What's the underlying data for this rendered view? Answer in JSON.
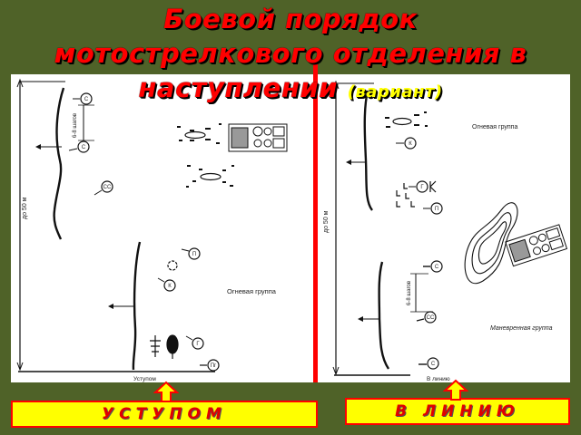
{
  "title": {
    "line1": "Боевой порядок",
    "line2": "мотострелкового отделения в",
    "line3": "наступлении",
    "variant": "(вариант)"
  },
  "colors": {
    "background": "#4f6228",
    "title": "#ff0000",
    "variant": "#ffff00",
    "button_fill": "#ffff00",
    "button_border": "#ff0000",
    "separator": "#ff0000"
  },
  "left_diagram": {
    "distance_label": "до 50 м",
    "spacing_label": "6-8 шагов",
    "group_label": "Огневая группа",
    "baseline_label": "Уступом",
    "symbols": [
      "С",
      "С",
      "СС",
      "П",
      "К",
      "Г",
      "Пг"
    ]
  },
  "right_diagram": {
    "distance_label": "до 50 м",
    "spacing_label": "6-8 шагов",
    "fire_group_label": "Огневая группа",
    "maneuver_group_label": "Маневренная группа",
    "baseline_label": "В линию",
    "symbols": [
      "К",
      "Г",
      "К",
      "П",
      "С",
      "СС",
      "С"
    ]
  },
  "buttons": {
    "left_label": "УСТУПОМ",
    "right_label": "В ЛИНИЮ"
  }
}
